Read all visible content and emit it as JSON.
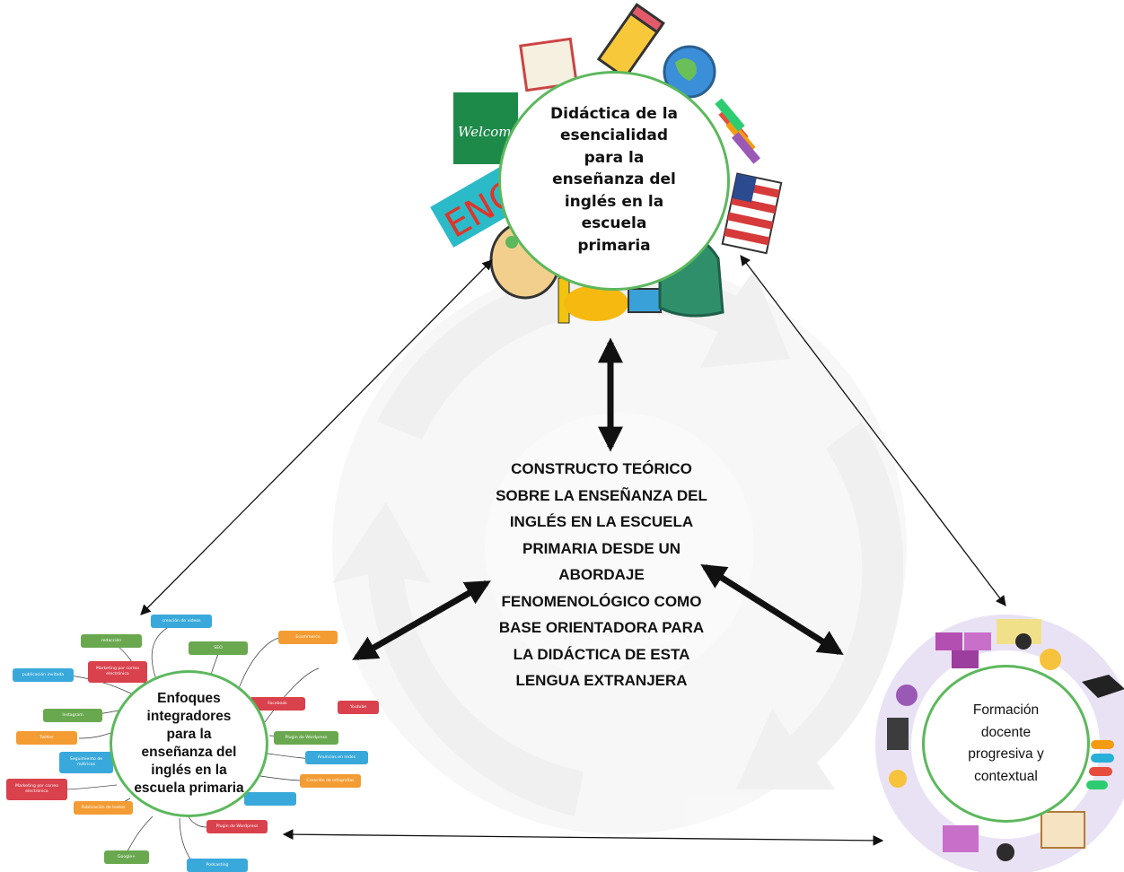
{
  "top_node": {
    "label": "Didáctica de la\nesencialidad\npara la\nenseñanza del\ninglés en la\nescuela\nprimaria",
    "border_color": "#5cb85c"
  },
  "center": {
    "label": "CONSTRUCTO TEÓRICO\nSOBRE LA ENSEÑANZA DEL\nINGLÉS EN LA ESCUELA\nPRIMARIA DESDE UN\nABORDAJE\nFENOMENOLÓGICO COMO\nBASE ORIENTADORA PARA\nLA DIDÁCTICA DE ESTA\nLENGUA EXTRANJERA"
  },
  "left_node": {
    "label": "Enfoques\nintegradores\npara la\nenseñanza del\ninglés en la\nescuela primaria",
    "mind_map_tags": [
      {
        "text": "creación de videos",
        "color": "#39a9db"
      },
      {
        "text": "redacción",
        "color": "#6aa84f"
      },
      {
        "text": "SEO",
        "color": "#6aa84f"
      },
      {
        "text": "Ecommerce",
        "color": "#f39c34"
      },
      {
        "text": "Marketing por correo electrónico",
        "color": "#d9414d"
      },
      {
        "text": "publicación invitada",
        "color": "#39a9db"
      },
      {
        "text": "Instagram",
        "color": "#6aa84f"
      },
      {
        "text": "Twitter",
        "color": "#f39c34"
      },
      {
        "text": "Facebook",
        "color": "#d9414d"
      },
      {
        "text": "Youtube",
        "color": "#d9414d"
      },
      {
        "text": "Plugin de Wordpress",
        "color": "#6aa84f"
      },
      {
        "text": "Seguimiento de métricas",
        "color": "#39a9db"
      },
      {
        "text": "Marketing por correo electrónico",
        "color": "#d9414d"
      },
      {
        "text": "Anuncios en redes",
        "color": "#39a9db"
      },
      {
        "text": "Creación de infografías",
        "color": "#f39c34"
      },
      {
        "text": "Publicación de textos",
        "color": "#f39c34"
      },
      {
        "text": "Plugin de Wordpress",
        "color": "#d9414d"
      },
      {
        "text": "Google+",
        "color": "#6aa84f"
      },
      {
        "text": "Podcasting",
        "color": "#39a9db"
      }
    ]
  },
  "right_node": {
    "label": "Formación\ndocente\nprogresiva y\ncontextual"
  },
  "decor_words": {
    "welcome": "Welcome",
    "eng": "ENG"
  },
  "colors": {
    "node_border": "#5cb85c",
    "arrow": "#111111",
    "background_shape": "#eeeeee"
  }
}
